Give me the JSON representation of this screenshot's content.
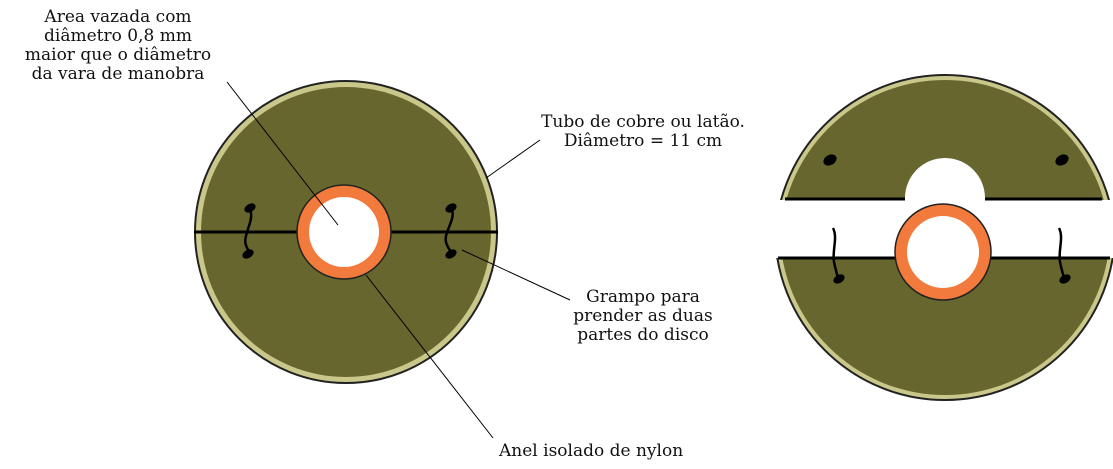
{
  "labels": {
    "area": [
      "Area vazada com",
      "diâmetro 0,8 mm",
      "maior que o diâmetro",
      "da vara de manobra"
    ],
    "tubo": [
      "Tubo de cobre ou latão.",
      "Diâmetro = 11 cm"
    ],
    "grampo": [
      "Grampo para",
      "prender as duas",
      "partes do disco"
    ],
    "anel": [
      "Anel isolado de nylon"
    ]
  },
  "colors": {
    "disc_fill": "#66662e",
    "disc_edge": "#c9c88a",
    "ring": "#f27a3c",
    "ring_edge": "#222222",
    "hole": "#ffffff",
    "lines": "#000000"
  }
}
